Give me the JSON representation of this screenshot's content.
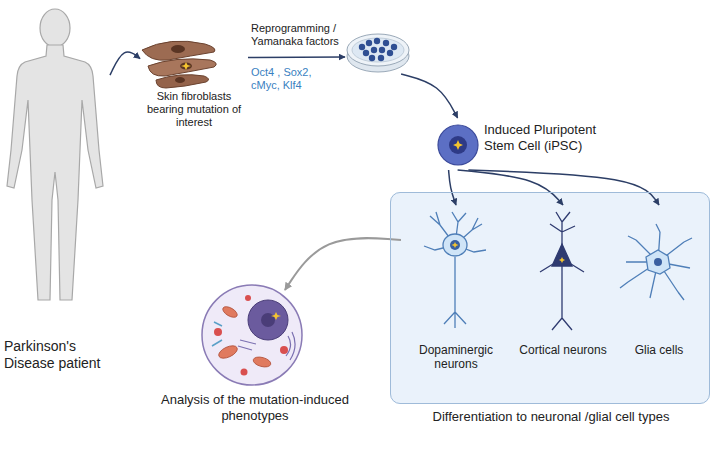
{
  "diagram": {
    "nodes": [
      {
        "text": [
          "Parkinson's Disease patient"
        ]
      },
      {
        "text": [
          "Skin fibroblasts bearing mutation of interest"
        ]
      },
      {
        "text": [
          "Reprogramming / Yamanaka factors",
          "Oct4 , Sox2, cMyc, Klf4"
        ]
      },
      {
        "text": [
          "Induced Pluripotent Stem Cell (iPSC)"
        ]
      },
      {
        "text": [
          "Differentiation to neuronal /glial cell types"
        ]
      },
      {
        "text": [
          "Dopaminergic neurons"
        ],
        "in": 4
      },
      {
        "text": [
          "Cortical neurons"
        ],
        "in": 4
      },
      {
        "text": [
          "Glia cells"
        ],
        "in": 4
      },
      {
        "text": [
          "Analysis of the mutation-induced phenotypes"
        ]
      }
    ],
    "edges": [
      {
        "from": 0,
        "to": 1,
        "arrow": "to"
      },
      {
        "from": 1,
        "to": 2,
        "arrow": "to"
      },
      {
        "from": 2,
        "to": 3,
        "arrow": "to"
      },
      {
        "from": 3,
        "to": 5,
        "arrow": "to"
      },
      {
        "from": 3,
        "to": 6,
        "arrow": "to"
      },
      {
        "from": 3,
        "to": 7,
        "arrow": "to"
      },
      {
        "from": 5,
        "to": 8,
        "arrow": "to"
      }
    ]
  }
}
